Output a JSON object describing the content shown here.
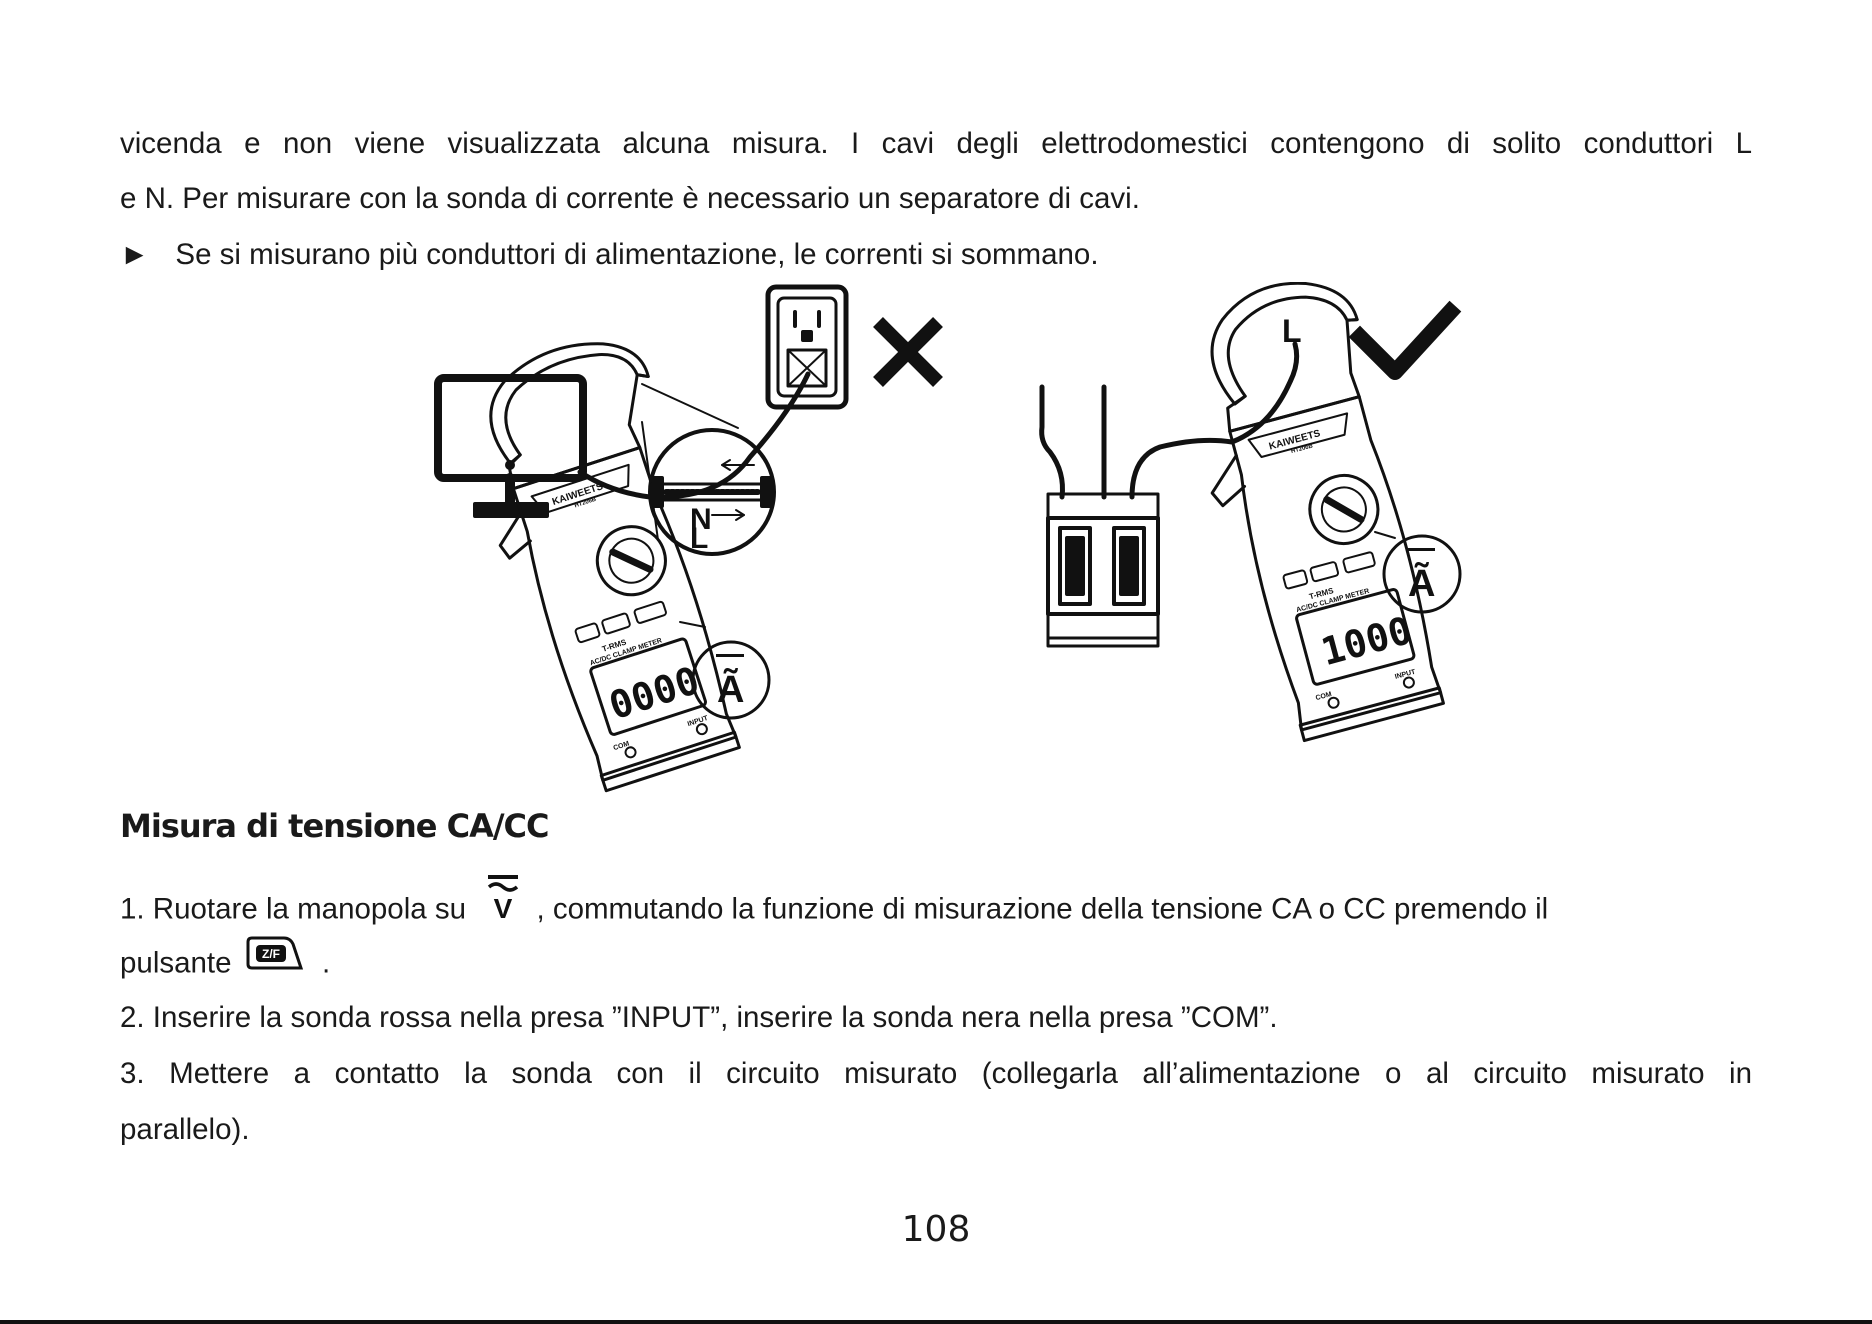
{
  "text": {
    "line1": "vicenda e non viene visualizzata alcuna misura. I cavi degli elettrodomestici contengono di solito conduttori L",
    "line2": "e N. Per misurare con la sonda di corrente è necessario un separatore di cavi.",
    "bullet_marker": "►",
    "bullet_text": "Se si misurano più conduttori di alimentazione, le correnti si sommano."
  },
  "figure": {
    "left": {
      "meter_brand": "KAIWEETS",
      "meter_model": "HT206B",
      "display_value": "0000",
      "label_trms": "T-RMS",
      "label_clamp": "AC/DC CLAMP METER",
      "label_com": "COM",
      "label_input": "INPUT",
      "zoom_label_l": "L",
      "zoom_label_n": "N",
      "dial_symbol": "Ã",
      "mark_icon": "cross-icon"
    },
    "right": {
      "meter_brand": "KAIWEETS",
      "meter_model": "HT206B",
      "display_value": "1000",
      "label_trms": "T-RMS",
      "label_clamp": "AC/DC CLAMP METER",
      "label_com": "COM",
      "label_input": "INPUT",
      "wire_label": "L",
      "dial_symbol": "Ã",
      "mark_icon": "check-icon"
    }
  },
  "section": {
    "heading": "Misura di tensione CA/CC",
    "step1_prefix": "1. Ruotare la manopola su",
    "step1_symbol": "V",
    "step1_suffix": ", commutando la funzione di misurazione della tensione CA o CC premendo il",
    "step1_line2_prefix": "pulsante",
    "step1_button_label": "Z/F",
    "step1_line2_suffix": ".",
    "step2": "2. Inserire la sonda rossa nella presa ”INPUT”, inserire la sonda nera nella presa ”COM”.",
    "step3_line1": "3. Mettere a contatto la sonda con il circuito misurato (collegarla all’alimentazione o al circuito misurato in",
    "step3_line2": "parallelo)."
  },
  "footer": {
    "page_number": "108"
  }
}
